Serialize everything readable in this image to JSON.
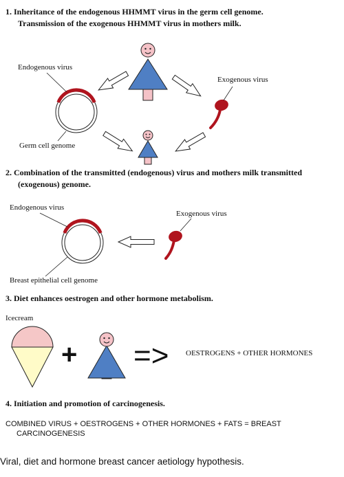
{
  "section1": {
    "heading_line1": "1. Inheritance of the endogenous HHMMT virus in the germ cell genome.",
    "heading_line2": "Transmission of the exogenous HHMMT virus in mothers milk.",
    "endogenous_label": "Endogenous virus",
    "exogenous_label": "Exogenous virus",
    "genome_label": "Germ cell genome"
  },
  "section2": {
    "heading_line1": "2. Combination of the transmitted (endogenous) virus and mothers milk transmitted",
    "heading_line2": "(exogenous)  genome.",
    "endogenous_label": "Endogenous virus",
    "exogenous_label": "Exogenous virus",
    "genome_label": "Breast epithelial cell genome"
  },
  "section3": {
    "heading": "3. Diet enhances oestrogen and other hormone metabolism.",
    "icecream_label": "Icecream",
    "plus": "+",
    "implies": "=>",
    "result": "OESTROGENS + OTHER HORMONES"
  },
  "section4": {
    "heading": "4. Initiation and promotion of carcinogenesis.",
    "equation_line1": "COMBINED VIRUS + OESTROGENS + OTHER HORMONES  + FATS = BREAST",
    "equation_line2": "CARCINOGENESIS"
  },
  "caption": "Viral, diet and hormone breast cancer aetiology hypothesis.",
  "colors": {
    "virus_red": "#b0141e",
    "figure_blue": "#4f7fc4",
    "face_pink": "#f5c2c7",
    "cone_yellow": "#fffbc8",
    "scoop_pink": "#f5c7c7"
  }
}
